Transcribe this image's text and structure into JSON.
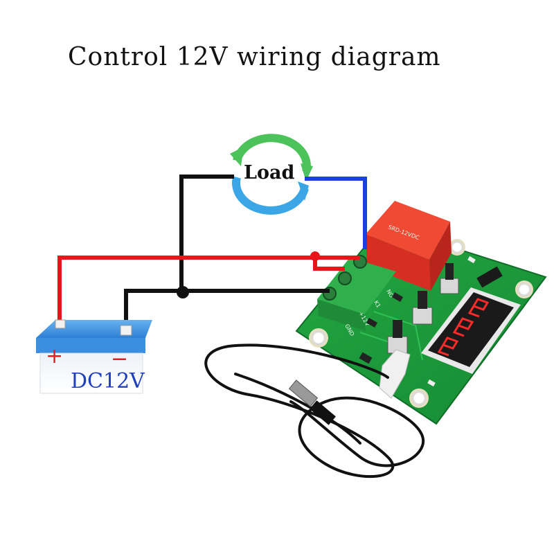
{
  "title": "Control 12V wiring diagram",
  "load_label": "Load",
  "battery": {
    "label": "DC12V",
    "plus_sign": "+",
    "minus_sign": "−"
  },
  "terminals": [
    "NO",
    "K1",
    "+12V",
    "GND"
  ],
  "colors": {
    "positive_wire": "#e8161b",
    "negative_wire": "#111111",
    "load_wire": "#1b3fe0",
    "pcb": "#1f9a3a",
    "terminal_block": "#2e9e46",
    "relay": "#e23a2a",
    "display_digits": "#ff2a2a",
    "battery_top": "#3b8fe0",
    "arrow_green": "#4cc35a",
    "arrow_blue": "#3aa6e6"
  }
}
